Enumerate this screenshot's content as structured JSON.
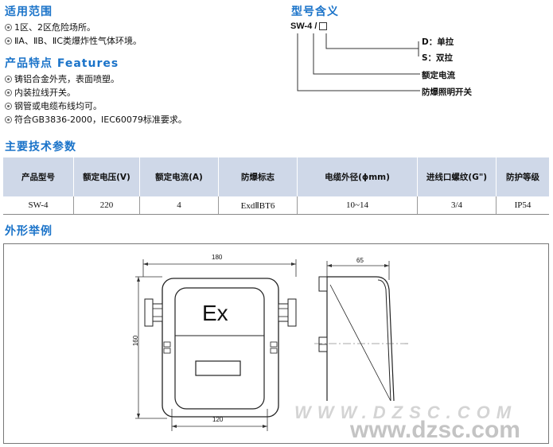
{
  "sections": {
    "scope_title": "适用范围",
    "model_title": "型号含义",
    "features_title": "产品特点 Features",
    "params_title": "主要技术参数",
    "appearance_title": "外形举例"
  },
  "scope_items": [
    "1区、2区危险场所。",
    "ⅡA、ⅡB、ⅡC类爆炸性气体环境。"
  ],
  "feature_items": [
    "铸铝合金外壳，表面喷塑。",
    "内装拉线开关。",
    "钢管或电缆布线均可。",
    "符合GB3836-2000，IEC60079标准要求。"
  ],
  "model_meaning": {
    "code": "SW-4 / ",
    "d_label": "D：单拉",
    "s_label": "S：双拉",
    "current_label": "额定电流",
    "type_label": "防爆照明开关"
  },
  "table": {
    "headers": [
      "产品型号",
      "额定电压(V)",
      "额定电流(A)",
      "防爆标志",
      "电缆外径(ϕmm)",
      "进线口螺纹(G\")",
      "防护等级"
    ],
    "row": [
      "SW-4",
      "220",
      "4",
      "ExdⅡBT6",
      "10~14",
      "3/4",
      "IP54"
    ]
  },
  "drawing": {
    "front_width": "180",
    "front_height": "160",
    "bottom_width": "120",
    "side_depth": "65",
    "ex_mark": "Ex"
  },
  "watermark": {
    "faint": "WWW.DZSC.COM",
    "main": "www.dzsc.com"
  }
}
